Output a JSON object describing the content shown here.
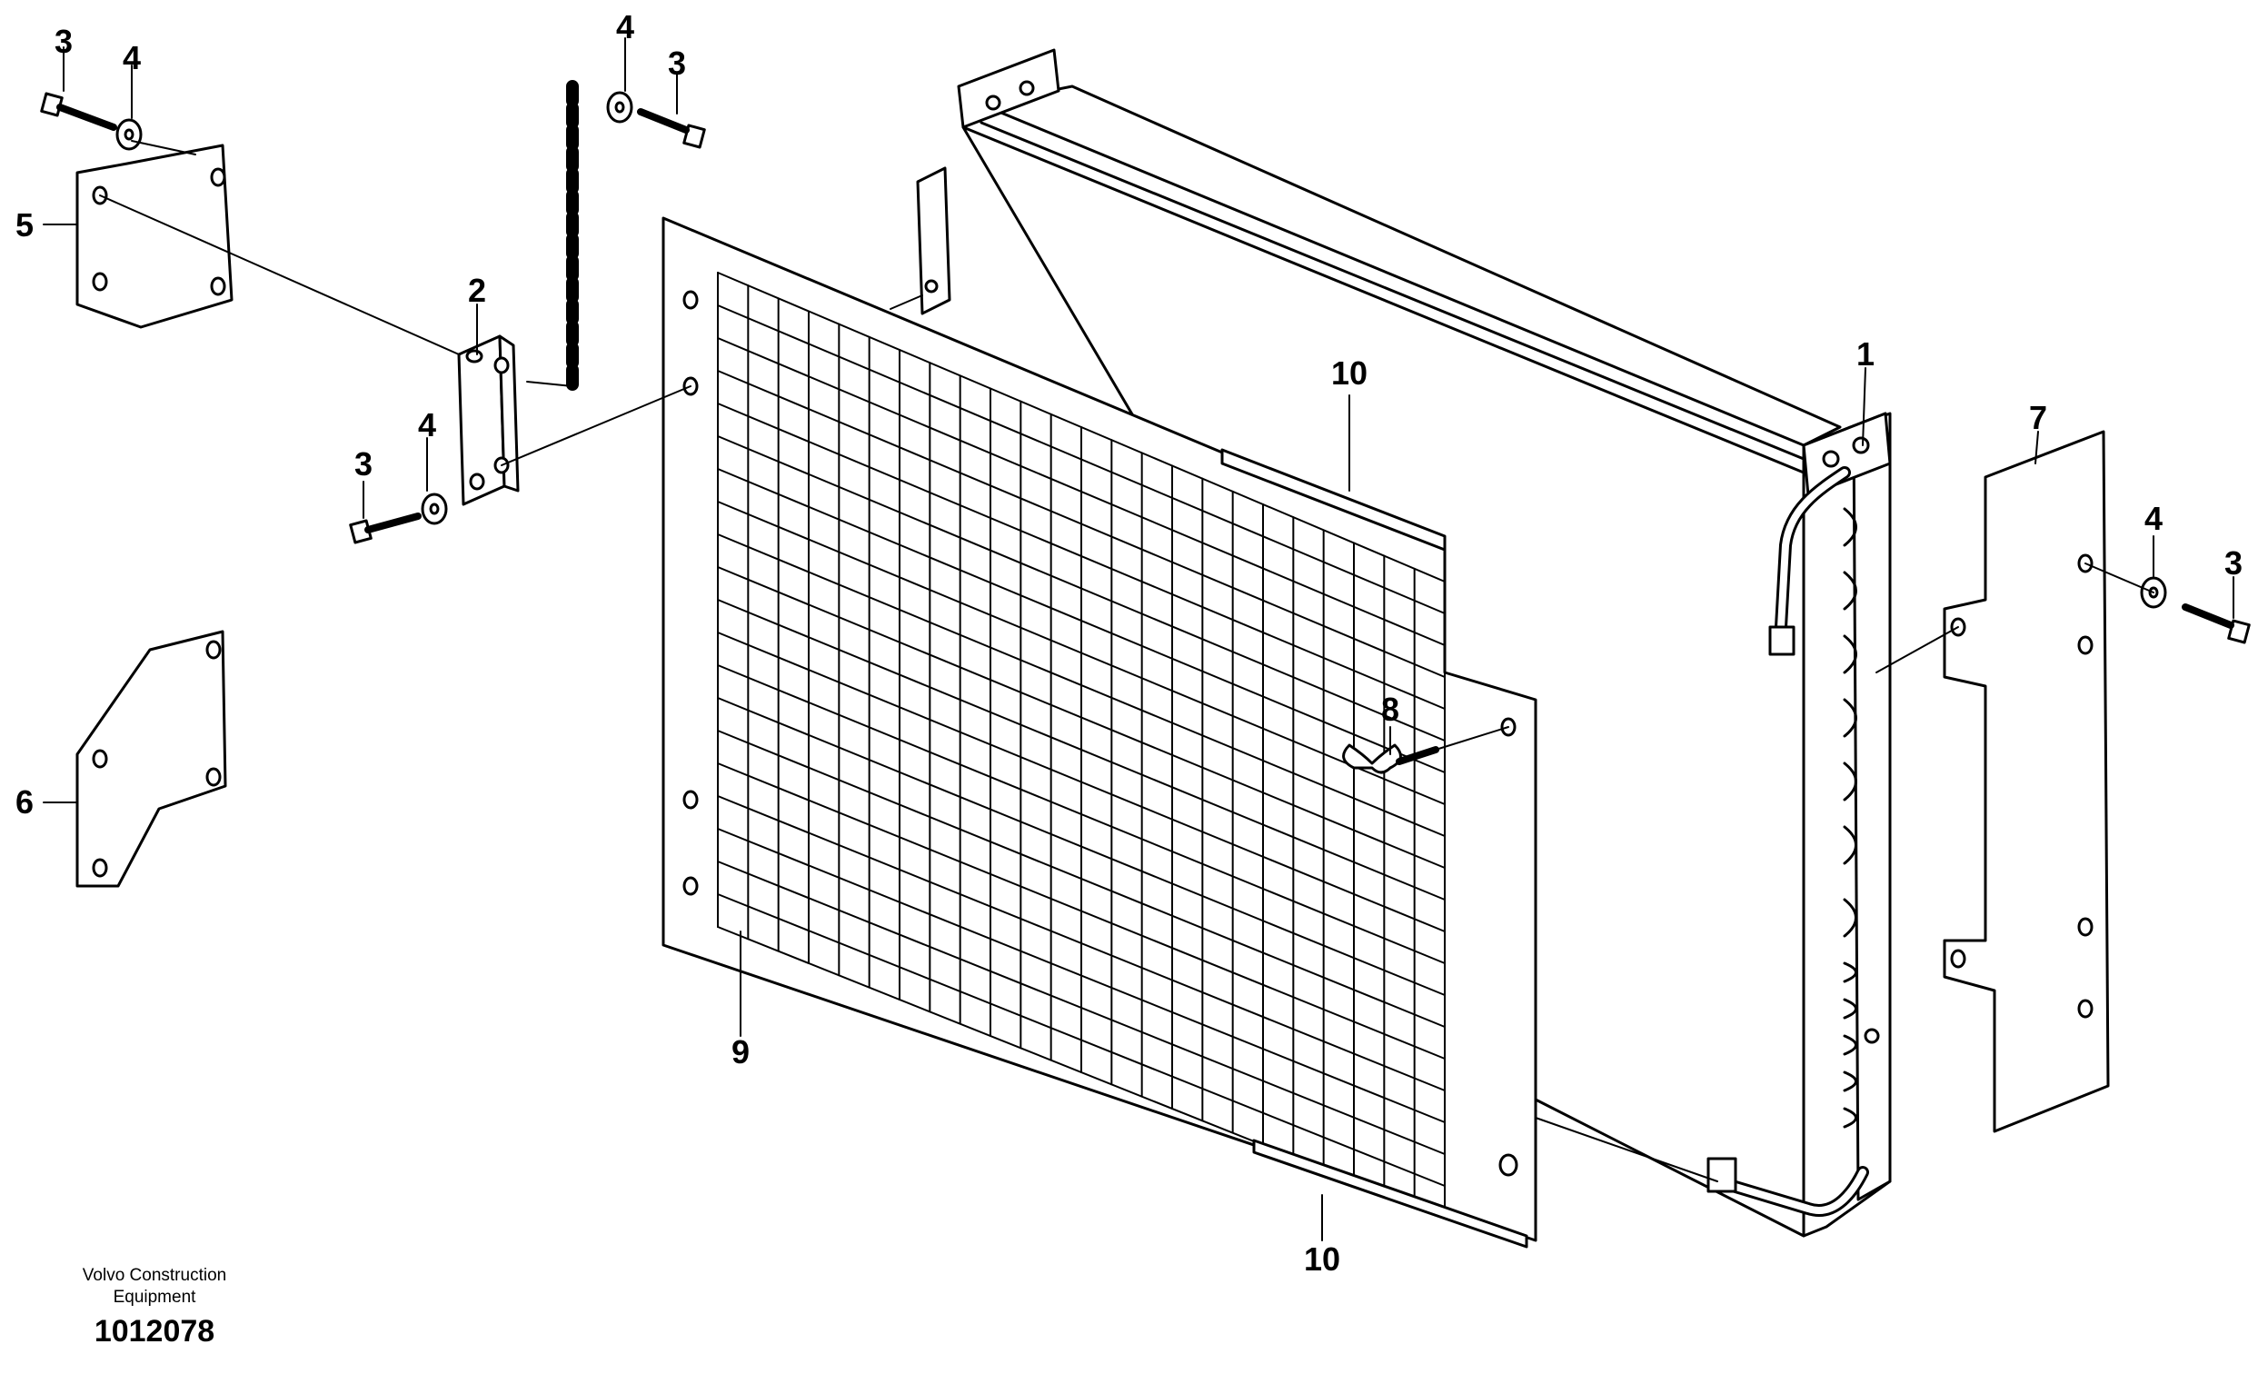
{
  "diagram": {
    "callouts": [
      {
        "id": "c1",
        "label": "1"
      },
      {
        "id": "c2",
        "label": "2"
      },
      {
        "id": "c3a",
        "label": "3"
      },
      {
        "id": "c3b",
        "label": "3"
      },
      {
        "id": "c3c",
        "label": "3"
      },
      {
        "id": "c3d",
        "label": "3"
      },
      {
        "id": "c4a",
        "label": "4"
      },
      {
        "id": "c4b",
        "label": "4"
      },
      {
        "id": "c4c",
        "label": "4"
      },
      {
        "id": "c4d",
        "label": "4"
      },
      {
        "id": "c5",
        "label": "5"
      },
      {
        "id": "c6",
        "label": "6"
      },
      {
        "id": "c7",
        "label": "7"
      },
      {
        "id": "c8",
        "label": "8"
      },
      {
        "id": "c9",
        "label": "9"
      },
      {
        "id": "c10a",
        "label": "10"
      },
      {
        "id": "c10b",
        "label": "10"
      }
    ]
  },
  "footer": {
    "org_line1": "Volvo Construction",
    "org_line2": "Equipment",
    "drawing_number": "1012078"
  }
}
